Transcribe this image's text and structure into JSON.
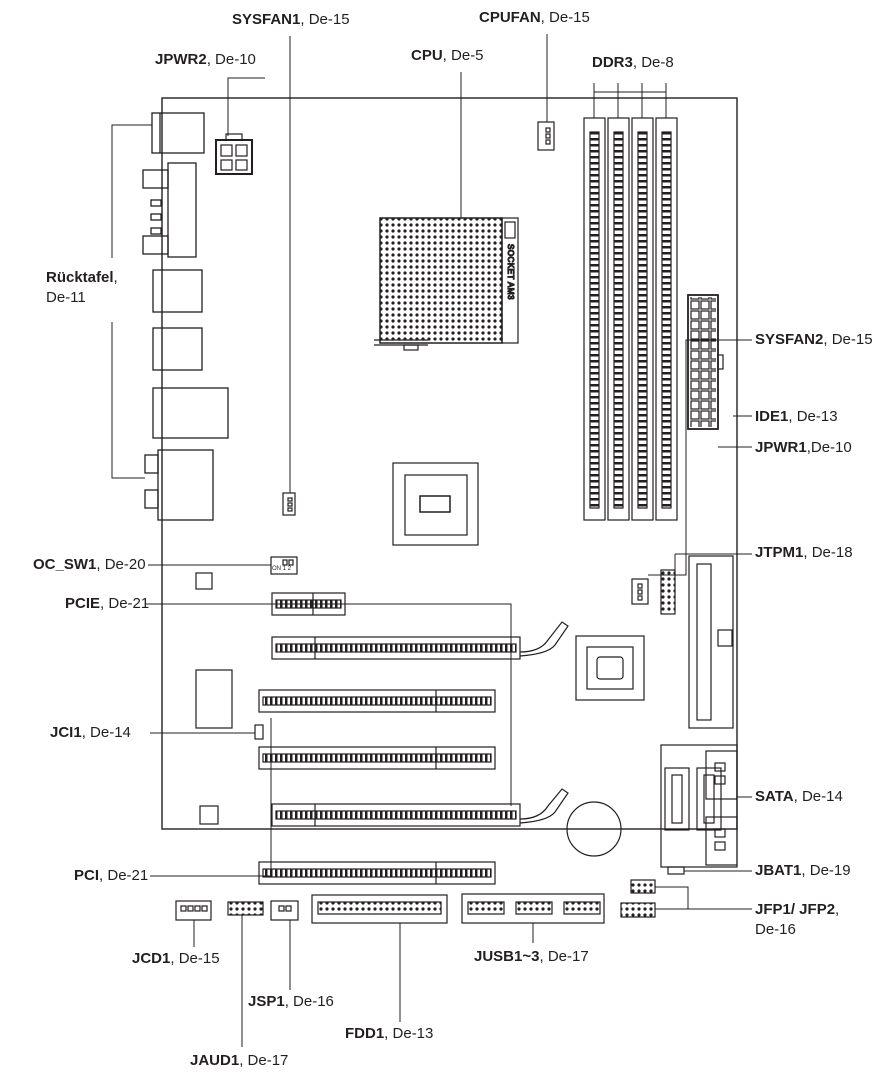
{
  "labels": {
    "sysfan1": {
      "name": "SYSFAN1",
      "page": "De-15"
    },
    "cpufan": {
      "name": "CPUFAN",
      "page": "De-15"
    },
    "jpwr2": {
      "name": "JPWR2",
      "page": "De-10"
    },
    "cpu": {
      "name": "CPU",
      "page": "De-5"
    },
    "ddr3": {
      "name": "DDR3",
      "page": "De-8"
    },
    "ruecktafel": {
      "name": "Rücktafel",
      "page": "De-11"
    },
    "sysfan2": {
      "name": "SYSFAN2",
      "page": "De-15"
    },
    "jpwr1": {
      "name": "JPWR1",
      "page": "De-10"
    },
    "oc_sw1": {
      "name": "OC_SW1",
      "page": "De-20"
    },
    "jtpm1": {
      "name": "JTPM1",
      "page": "De-18"
    },
    "pcie": {
      "name": "PCIE",
      "page": "De-21"
    },
    "ide1": {
      "name": "IDE1",
      "page": "De-13"
    },
    "jci1": {
      "name": "JCI1",
      "page": "De-14"
    },
    "sata": {
      "name": "SATA",
      "page": "De-14"
    },
    "pci": {
      "name": "PCI",
      "page": "De-21"
    },
    "jbat1": {
      "name": "JBAT1",
      "page": "De-19"
    },
    "jfp": {
      "name": "JFP1/ JFP2",
      "page": "De-16"
    },
    "jcd1": {
      "name": "JCD1",
      "page": "De-15"
    },
    "jusb": {
      "name": "JUSB1~3",
      "page": "De-17"
    },
    "fdd1": {
      "name": "FDD1",
      "page": "De-13"
    },
    "jsp1": {
      "name": "JSP1",
      "page": "De-16"
    },
    "jaud1": {
      "name": "JAUD1",
      "page": "De-17"
    }
  },
  "board": {
    "socket_text": "SOCKET AM3",
    "oc_switch_marks": "ON  1 2"
  }
}
